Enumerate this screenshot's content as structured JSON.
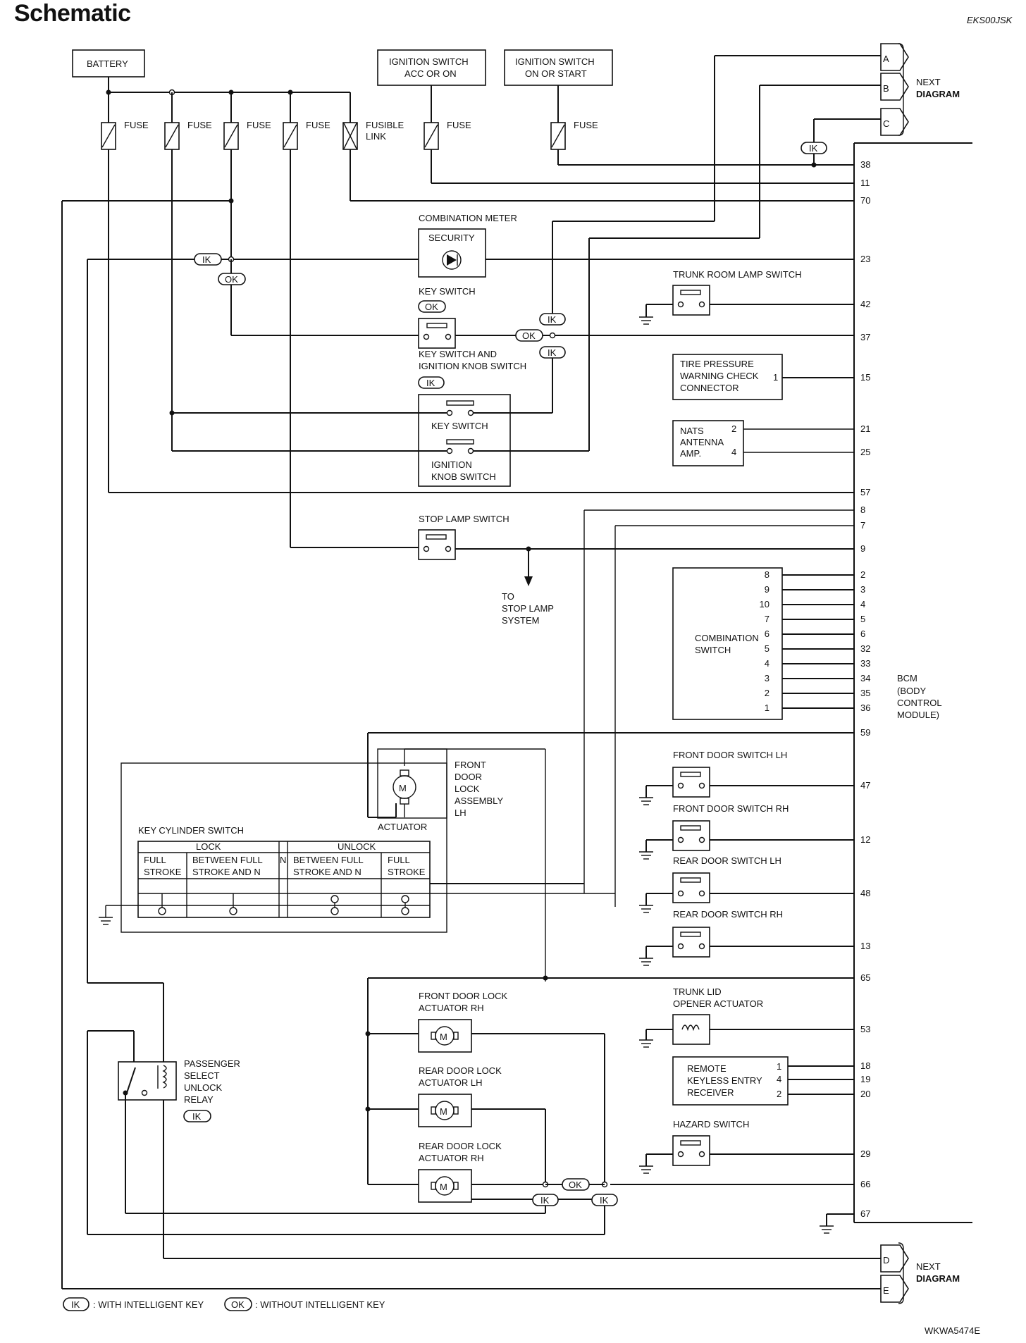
{
  "header": {
    "title": "Schematic",
    "code": "EKS00JSK",
    "footer_code": "WKWA5474E"
  },
  "power": {
    "battery": "BATTERY",
    "ign_acc": [
      "IGNITION SWITCH",
      "ACC OR ON"
    ],
    "ign_on": [
      "IGNITION SWITCH",
      "ON OR START"
    ],
    "fuse": "FUSE",
    "fusible": [
      "FUSIBLE",
      "LINK"
    ]
  },
  "next_top": {
    "labels": [
      "A",
      "B",
      "C"
    ],
    "text": [
      "NEXT",
      "DIAGRAM"
    ]
  },
  "next_bottom": {
    "labels": [
      "D",
      "E"
    ],
    "text": [
      "NEXT",
      "DIAGRAM"
    ]
  },
  "tags": {
    "ik": "IK",
    "ok": "OK"
  },
  "components": {
    "combination_meter": "COMBINATION METER",
    "security": "SECURITY",
    "key_switch": "KEY SWITCH",
    "key_switch_ign": [
      "KEY SWITCH AND",
      "IGNITION KNOB SWITCH"
    ],
    "key_switch_inner": "KEY SWITCH",
    "ign_knob_inner": [
      "IGNITION",
      "KNOB SWITCH"
    ],
    "trunk_room_lamp": "TRUNK ROOM LAMP SWITCH",
    "tire_pressure": [
      "TIRE PRESSURE",
      "WARNING CHECK",
      "CONNECTOR"
    ],
    "tire_pin": "1",
    "nats": [
      "NATS",
      "ANTENNA",
      "AMP."
    ],
    "nats_pins": [
      "2",
      "4"
    ],
    "stop_lamp": "STOP LAMP SWITCH",
    "to_stop_lamp": [
      "TO",
      "STOP LAMP",
      "SYSTEM"
    ],
    "combination_switch": [
      "COMBINATION",
      "SWITCH"
    ],
    "comb_left_pins": [
      "8",
      "9",
      "10",
      "7",
      "6",
      "5",
      "4",
      "3",
      "2",
      "1"
    ],
    "front_door_lock_lh": [
      "FRONT",
      "DOOR",
      "LOCK",
      "ASSEMBLY",
      "LH"
    ],
    "actuator": "ACTUATOR",
    "key_cylinder": "KEY CYLINDER SWITCH",
    "kc_lock": "LOCK",
    "kc_unlock": "UNLOCK",
    "kc_n": "N",
    "kc_cols": [
      [
        "FULL",
        "STROKE"
      ],
      [
        "BETWEEN FULL",
        "STROKE AND N"
      ],
      [
        "BETWEEN FULL",
        "STROKE AND N"
      ],
      [
        "FULL",
        "STROKE"
      ]
    ],
    "front_door_sw_lh": "FRONT DOOR SWITCH LH",
    "front_door_sw_rh": "FRONT DOOR SWITCH RH",
    "rear_door_sw_lh": "REAR DOOR SWITCH LH",
    "rear_door_sw_rh": "REAR DOOR SWITCH RH",
    "trunk_lid": [
      "TRUNK LID",
      "OPENER ACTUATOR"
    ],
    "remote_keyless": [
      "REMOTE",
      "KEYLESS ENTRY",
      "RECEIVER"
    ],
    "remote_pins": [
      "1",
      "4",
      "2"
    ],
    "hazard": "HAZARD SWITCH",
    "fdl_rh": [
      "FRONT DOOR LOCK",
      "ACTUATOR RH"
    ],
    "rdl_lh": [
      "REAR DOOR LOCK",
      "ACTUATOR LH"
    ],
    "rdl_rh": [
      "REAR DOOR LOCK",
      "ACTUATOR RH"
    ],
    "passenger_relay": [
      "PASSENGER",
      "SELECT",
      "UNLOCK",
      "RELAY"
    ],
    "motor": "M",
    "bcm": [
      "BCM",
      "(BODY",
      "CONTROL",
      "MODULE)"
    ]
  },
  "bcm_pins": [
    "38",
    "11",
    "70",
    "23",
    "42",
    "37",
    "15",
    "21",
    "25",
    "57",
    "8",
    "7",
    "9",
    "2",
    "3",
    "4",
    "5",
    "6",
    "32",
    "33",
    "34",
    "35",
    "36",
    "59",
    "47",
    "12",
    "48",
    "13",
    "65",
    "53",
    "18",
    "19",
    "20",
    "29",
    "66",
    "67"
  ],
  "legend": {
    "ik": "IK",
    "ik_text": ": WITH INTELLIGENT KEY",
    "ok": "OK",
    "ok_text": ": WITHOUT INTELLIGENT KEY"
  }
}
